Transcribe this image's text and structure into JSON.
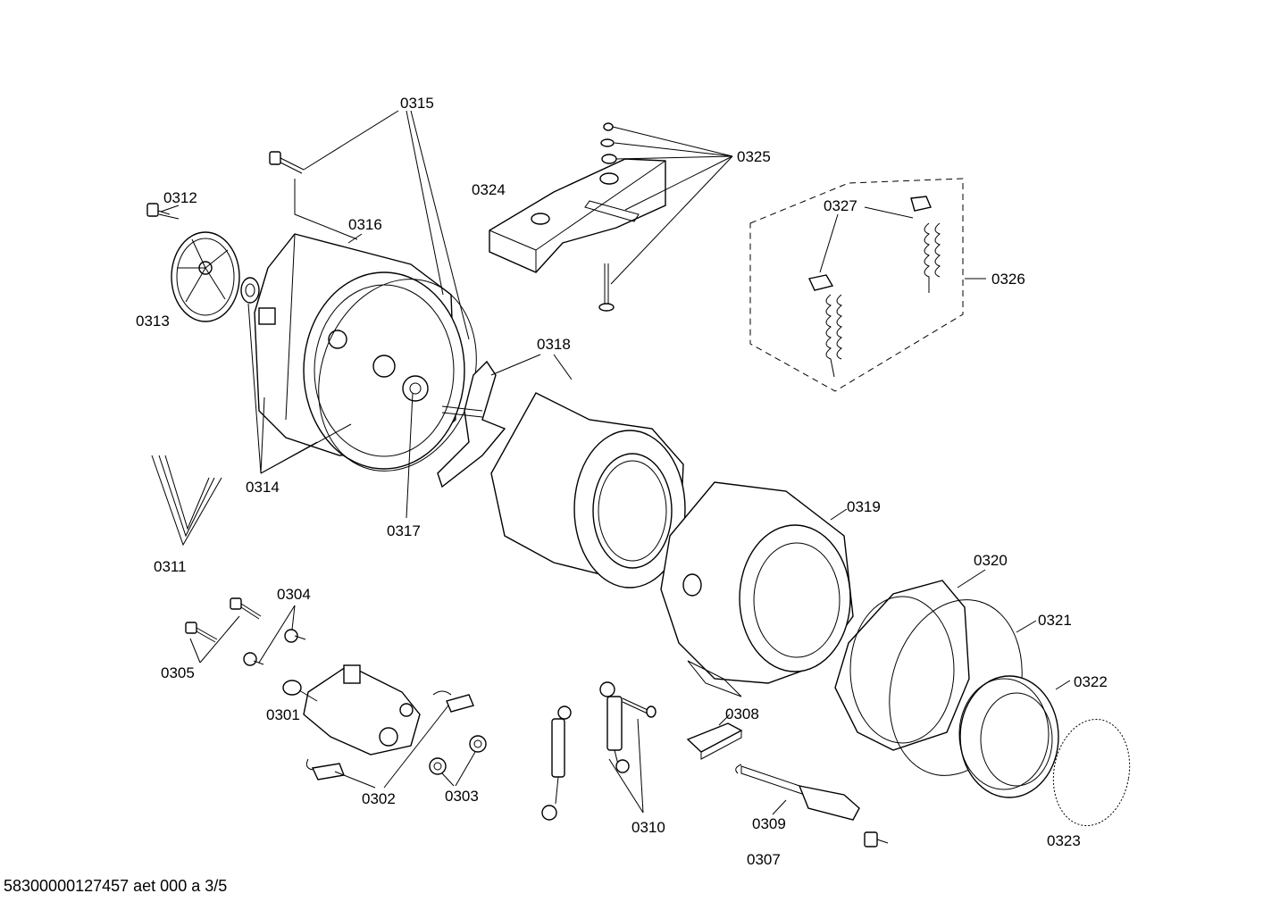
{
  "labels": {
    "p0301": "0301",
    "p0302": "0302",
    "p0303": "0303",
    "p0304": "0304",
    "p0305": "0305",
    "p0307": "0307",
    "p0308": "0308",
    "p0309": "0309",
    "p0310": "0310",
    "p0311": "0311",
    "p0312": "0312",
    "p0313": "0313",
    "p0314": "0314",
    "p0315": "0315",
    "p0316": "0316",
    "p0317": "0317",
    "p0318": "0318",
    "p0319": "0319",
    "p0320": "0320",
    "p0321": "0321",
    "p0322": "0322",
    "p0323": "0323",
    "p0324": "0324",
    "p0325": "0325",
    "p0326": "0326",
    "p0327": "0327"
  },
  "footer": "58300000127457 aet 000 a 3/5"
}
